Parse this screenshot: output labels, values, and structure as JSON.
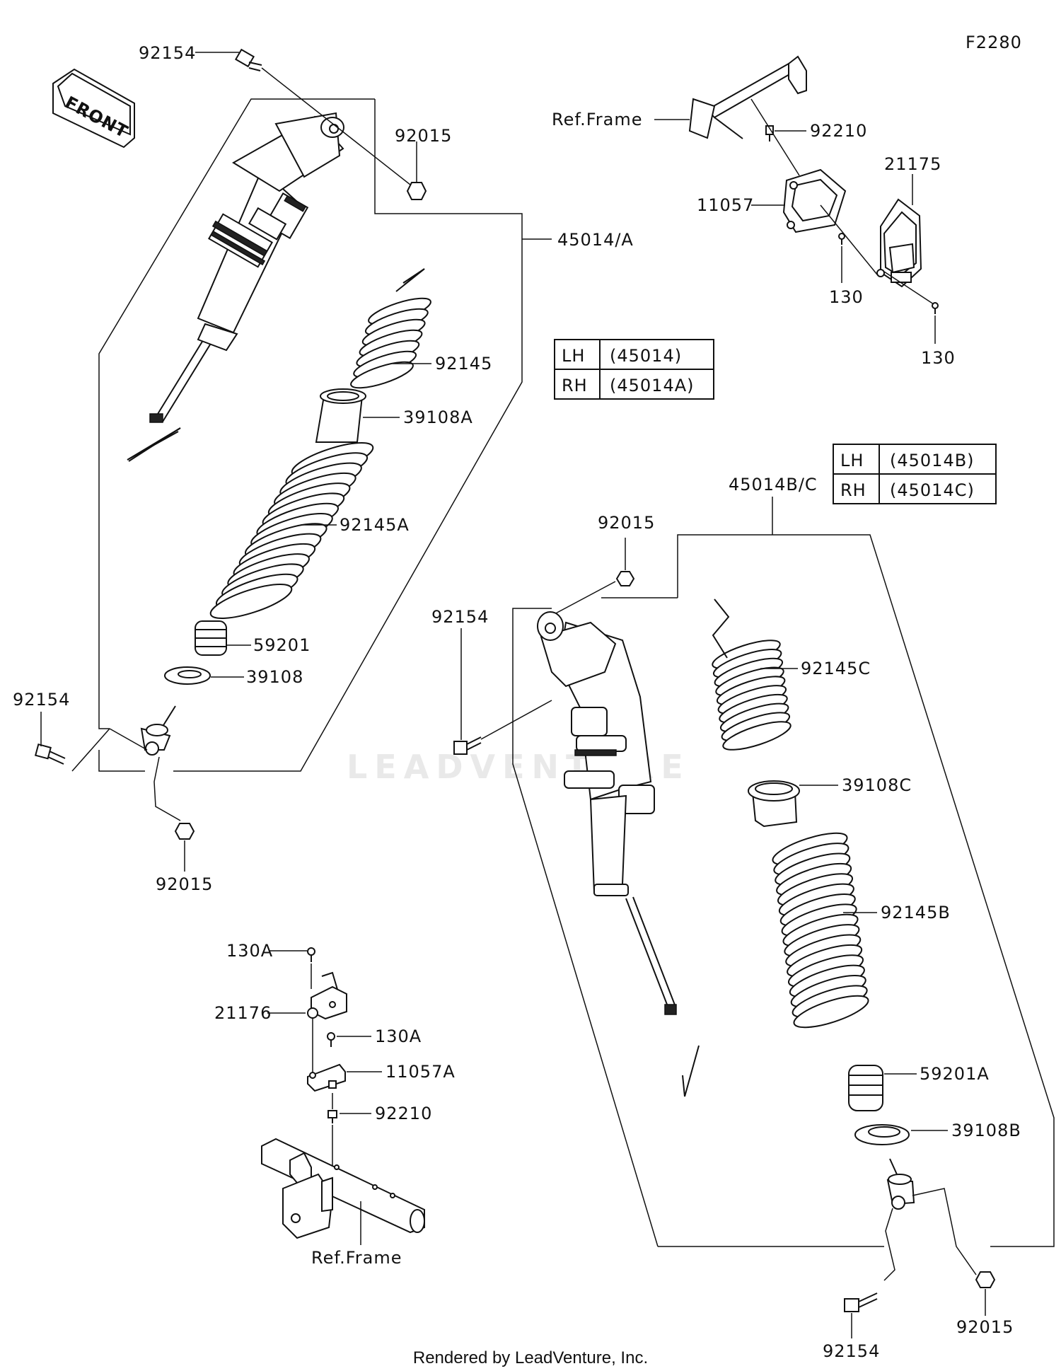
{
  "diagram_id": "F2280",
  "front_arrow_label": "FRONT",
  "watermark": "LEADVENTURE",
  "footer": "Rendered by LeadVenture, Inc.",
  "labels": {
    "l_92154_top": "92154",
    "l_92015_top": "92015",
    "l_45014A": "45014/A",
    "l_92145": "92145",
    "l_39108A": "39108A",
    "l_92145A": "92145A",
    "l_59201": "59201",
    "l_39108": "39108",
    "l_92154_left": "92154",
    "l_92015_left": "92015",
    "l_ref_frame_top": "Ref.Frame",
    "l_92210_top": "92210",
    "l_11057": "11057",
    "l_21175": "21175",
    "l_130_a": "130",
    "l_130_b": "130",
    "l_45014BC": "45014B/C",
    "l_92015_mid": "92015",
    "l_92154_mid": "92154",
    "l_92145C": "92145C",
    "l_39108C": "39108C",
    "l_92145B": "92145B",
    "l_59201A": "59201A",
    "l_39108B": "39108B",
    "l_92015_br": "92015",
    "l_92154_br": "92154",
    "l_130A_top": "130A",
    "l_21176": "21176",
    "l_130A_mid": "130A",
    "l_11057A": "11057A",
    "l_92210_bot": "92210",
    "l_ref_frame_bot": "Ref.Frame"
  },
  "table_upper": {
    "rows": [
      {
        "side": "LH",
        "part": "(45014)"
      },
      {
        "side": "RH",
        "part": "(45014A)"
      }
    ]
  },
  "table_lower": {
    "rows": [
      {
        "side": "LH",
        "part": "(45014B)"
      },
      {
        "side": "RH",
        "part": "(45014C)"
      }
    ]
  }
}
